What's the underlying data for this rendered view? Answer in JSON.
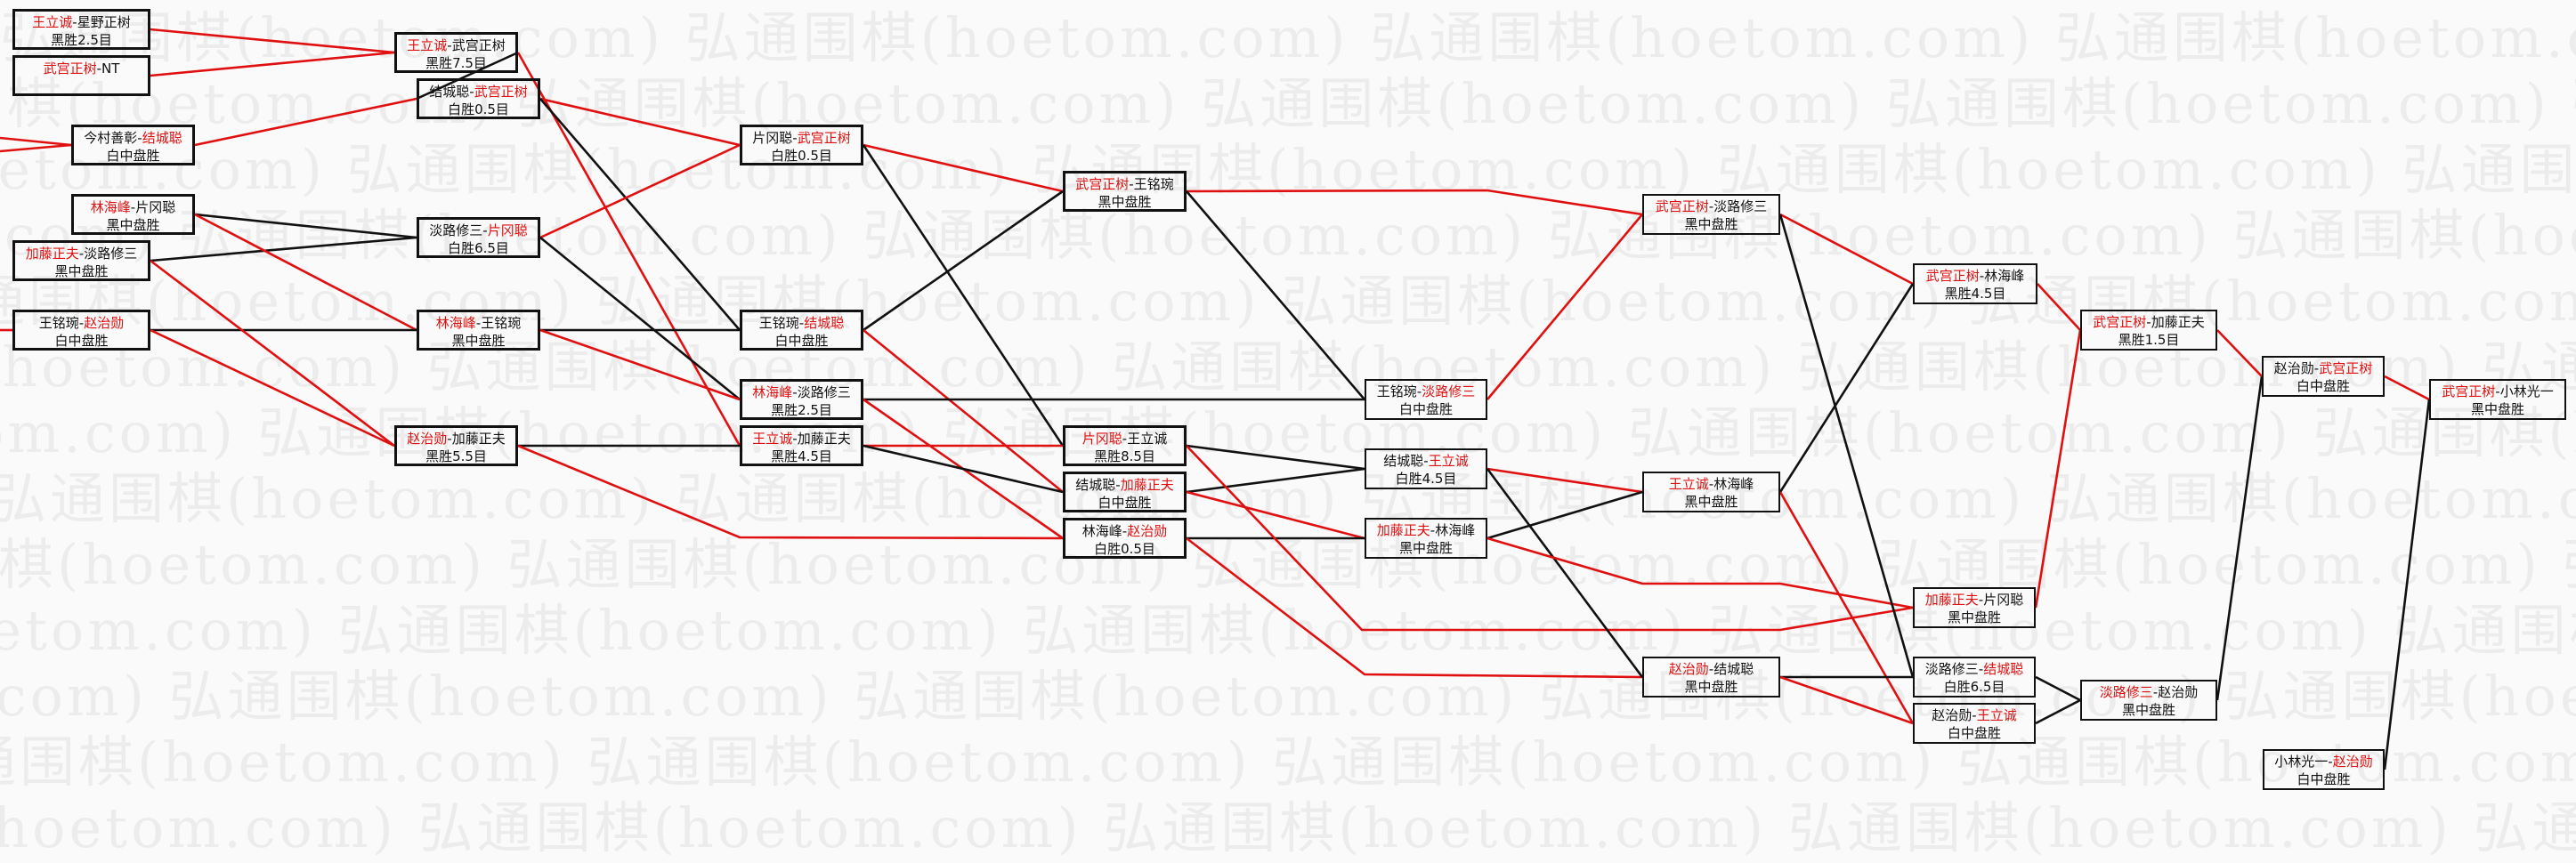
{
  "watermark": "弘通围棋(hoetom.com)",
  "separator": "-",
  "colors": {
    "winner_line": "#e01010",
    "loser_line": "#111111",
    "winner_name": "#e01010"
  },
  "matches": [
    {
      "id": "B1",
      "black": "王立诚",
      "white": "星野正树",
      "winner": "black",
      "result": "黑胜2.5目"
    },
    {
      "id": "B2",
      "black": "武宫正树",
      "white": "NT",
      "winner": "black",
      "result": ""
    },
    {
      "id": "B3",
      "black": "今村善彰",
      "white": "结城聪",
      "winner": "white",
      "result": "白中盘胜"
    },
    {
      "id": "B4",
      "black": "林海峰",
      "white": "片冈聪",
      "winner": "black",
      "result": "黑中盘胜"
    },
    {
      "id": "B5",
      "black": "加藤正夫",
      "white": "淡路修三",
      "winner": "black",
      "result": "黑中盘胜"
    },
    {
      "id": "B6",
      "black": "王立诚",
      "white": "武宫正树",
      "winner": "black",
      "result": "黑胜7.5目"
    },
    {
      "id": "B7",
      "black": "结城聪",
      "white": "武宫正树",
      "winner": "white",
      "result": "白胜0.5目"
    },
    {
      "id": "B8",
      "black": "淡路修三",
      "white": "片冈聪",
      "winner": "white",
      "result": "白胜6.5目"
    },
    {
      "id": "B9",
      "black": "王铭琬",
      "white": "赵治勋",
      "winner": "white",
      "result": "白中盘胜"
    },
    {
      "id": "B10",
      "black": "林海峰",
      "white": "王铭琬",
      "winner": "black",
      "result": "黑中盘胜"
    },
    {
      "id": "B11",
      "black": "赵治勋",
      "white": "加藤正夫",
      "winner": "black",
      "result": "黑胜5.5目"
    },
    {
      "id": "B12",
      "black": "片冈聪",
      "white": "武宫正树",
      "winner": "white",
      "result": "白胜0.5目"
    },
    {
      "id": "B13",
      "black": "王铭琬",
      "white": "结城聪",
      "winner": "white",
      "result": "白中盘胜"
    },
    {
      "id": "B14",
      "black": "武宫正树",
      "white": "王铭琬",
      "winner": "black",
      "result": "黑中盘胜"
    },
    {
      "id": "B15",
      "black": "林海峰",
      "white": "淡路修三",
      "winner": "black",
      "result": "黑胜2.5目"
    },
    {
      "id": "B16",
      "black": "王立诚",
      "white": "加藤正夫",
      "winner": "black",
      "result": "黑胜4.5目"
    },
    {
      "id": "B17",
      "black": "片冈聪",
      "white": "王立诚",
      "winner": "black",
      "result": "黑胜8.5目"
    },
    {
      "id": "B18",
      "black": "结城聪",
      "white": "加藤正夫",
      "winner": "white",
      "result": "白中盘胜"
    },
    {
      "id": "B19",
      "black": "林海峰",
      "white": "赵治勋",
      "winner": "white",
      "result": "白胜0.5目"
    },
    {
      "id": "B20",
      "black": "王铭琬",
      "white": "淡路修三",
      "winner": "white",
      "result": "白中盘胜"
    },
    {
      "id": "B21",
      "black": "结城聪",
      "white": "王立诚",
      "winner": "white",
      "result": "白胜4.5目"
    },
    {
      "id": "B22",
      "black": "加藤正夫",
      "white": "林海峰",
      "winner": "black",
      "result": "黑中盘胜"
    },
    {
      "id": "B23",
      "black": "武宫正树",
      "white": "淡路修三",
      "winner": "black",
      "result": "黑中盘胜"
    },
    {
      "id": "B24",
      "black": "武宫正树",
      "white": "林海峰",
      "winner": "black",
      "result": "黑胜4.5目"
    },
    {
      "id": "B25",
      "black": "王立诚",
      "white": "林海峰",
      "winner": "black",
      "result": "黑中盘胜"
    },
    {
      "id": "B26",
      "black": "加藤正夫",
      "white": "片冈聪",
      "winner": "black",
      "result": "黑中盘胜"
    },
    {
      "id": "B27",
      "black": "赵治勋",
      "white": "结城聪",
      "winner": "black",
      "result": "黑中盘胜"
    },
    {
      "id": "B28",
      "black": "淡路修三",
      "white": "结城聪",
      "winner": "white",
      "result": "白胜6.5目"
    },
    {
      "id": "B29",
      "black": "赵治勋",
      "white": "王立诚",
      "winner": "white",
      "result": "白中盘胜"
    },
    {
      "id": "B30",
      "black": "淡路修三",
      "white": "赵治勋",
      "winner": "black",
      "result": "黑中盘胜"
    },
    {
      "id": "B31",
      "black": "小林光一",
      "white": "赵治勋",
      "winner": "white",
      "result": "白中盘胜"
    },
    {
      "id": "B32",
      "black": "武宫正树",
      "white": "加藤正夫",
      "winner": "black",
      "result": "黑胜1.5目"
    },
    {
      "id": "B33",
      "black": "赵治勋",
      "white": "武宫正树",
      "winner": "white",
      "result": "白中盘胜"
    },
    {
      "id": "B34",
      "black": "武宫正树",
      "white": "小林光一",
      "winner": "black",
      "result": "黑中盘胜"
    }
  ]
}
